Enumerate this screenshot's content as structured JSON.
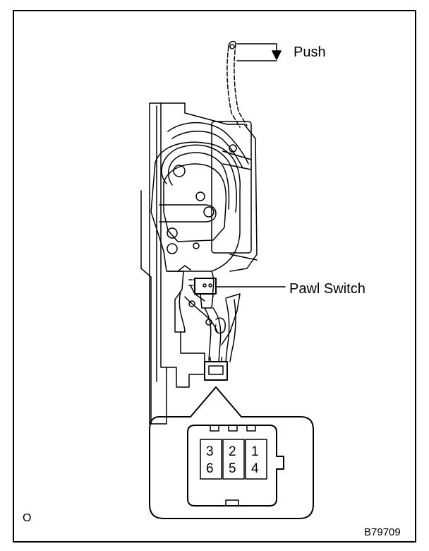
{
  "labels": {
    "push": "Push",
    "pawl_switch": "Pawl Switch",
    "figure_id": "B79709",
    "corner_mark": "O"
  },
  "connector": {
    "top_row": [
      "3",
      "2",
      "1"
    ],
    "bottom_row": [
      "6",
      "5",
      "4"
    ]
  },
  "colors": {
    "line": "#000000",
    "fill": "#ffffff",
    "background": "#ffffff"
  }
}
